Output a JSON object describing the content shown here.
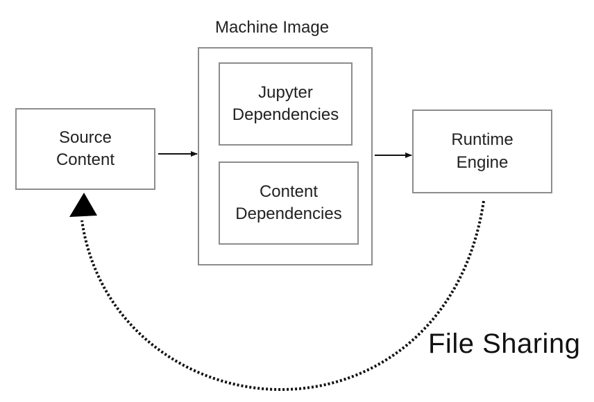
{
  "machine_image": {
    "title": "Machine Image",
    "jupyter": {
      "line1": "Jupyter",
      "line2": "Dependencies"
    },
    "content_deps": {
      "line1": "Content",
      "line2": "Dependencies"
    }
  },
  "source": {
    "line1": "Source",
    "line2": "Content"
  },
  "runtime": {
    "line1": "Runtime",
    "line2": "Engine"
  },
  "sharing_label": "File Sharing"
}
